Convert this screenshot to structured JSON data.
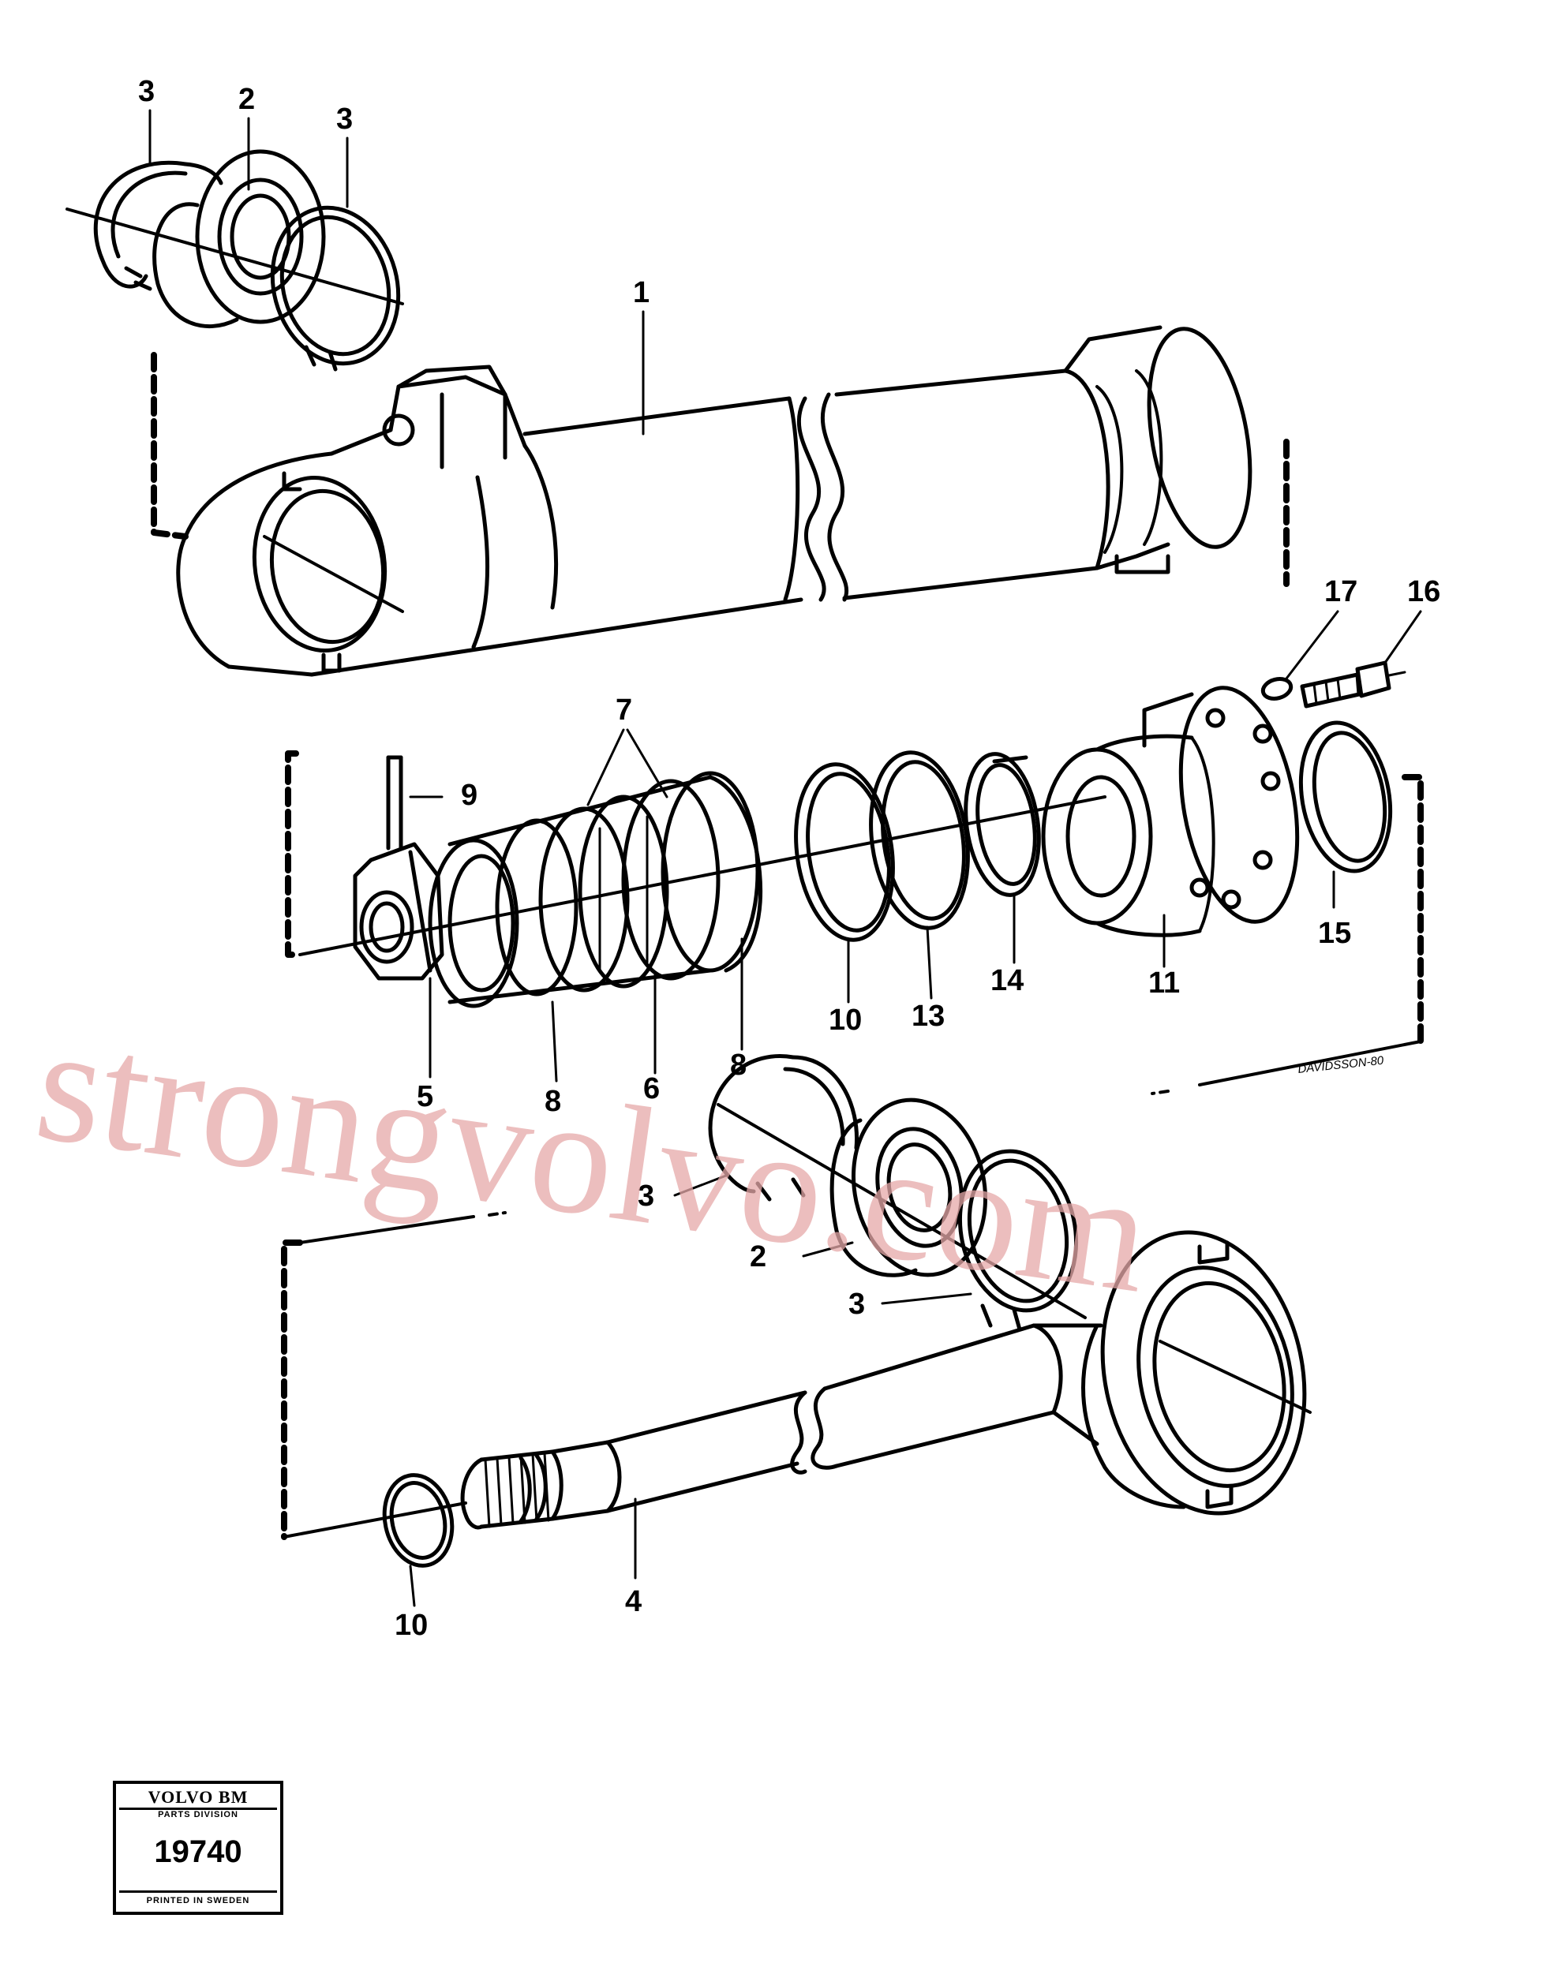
{
  "callouts": {
    "c1": "1",
    "c2a": "2",
    "c2b": "2",
    "c3a": "3",
    "c3b": "3",
    "c3c": "3",
    "c3d": "3",
    "c4": "4",
    "c5": "5",
    "c6": "6",
    "c7": "7",
    "c8a": "8",
    "c8b": "8",
    "c9": "9",
    "c10a": "10",
    "c10b": "10",
    "c11": "11",
    "c13": "13",
    "c14": "14",
    "c15": "15",
    "c16": "16",
    "c17": "17"
  },
  "signature": "DAVIDSSON-80",
  "watermark": "strongvolvo.com",
  "stamp": {
    "brand": "VOLVO BM",
    "division": "PARTS DIVISION",
    "number": "19740",
    "printed": "PRINTED IN SWEDEN"
  }
}
